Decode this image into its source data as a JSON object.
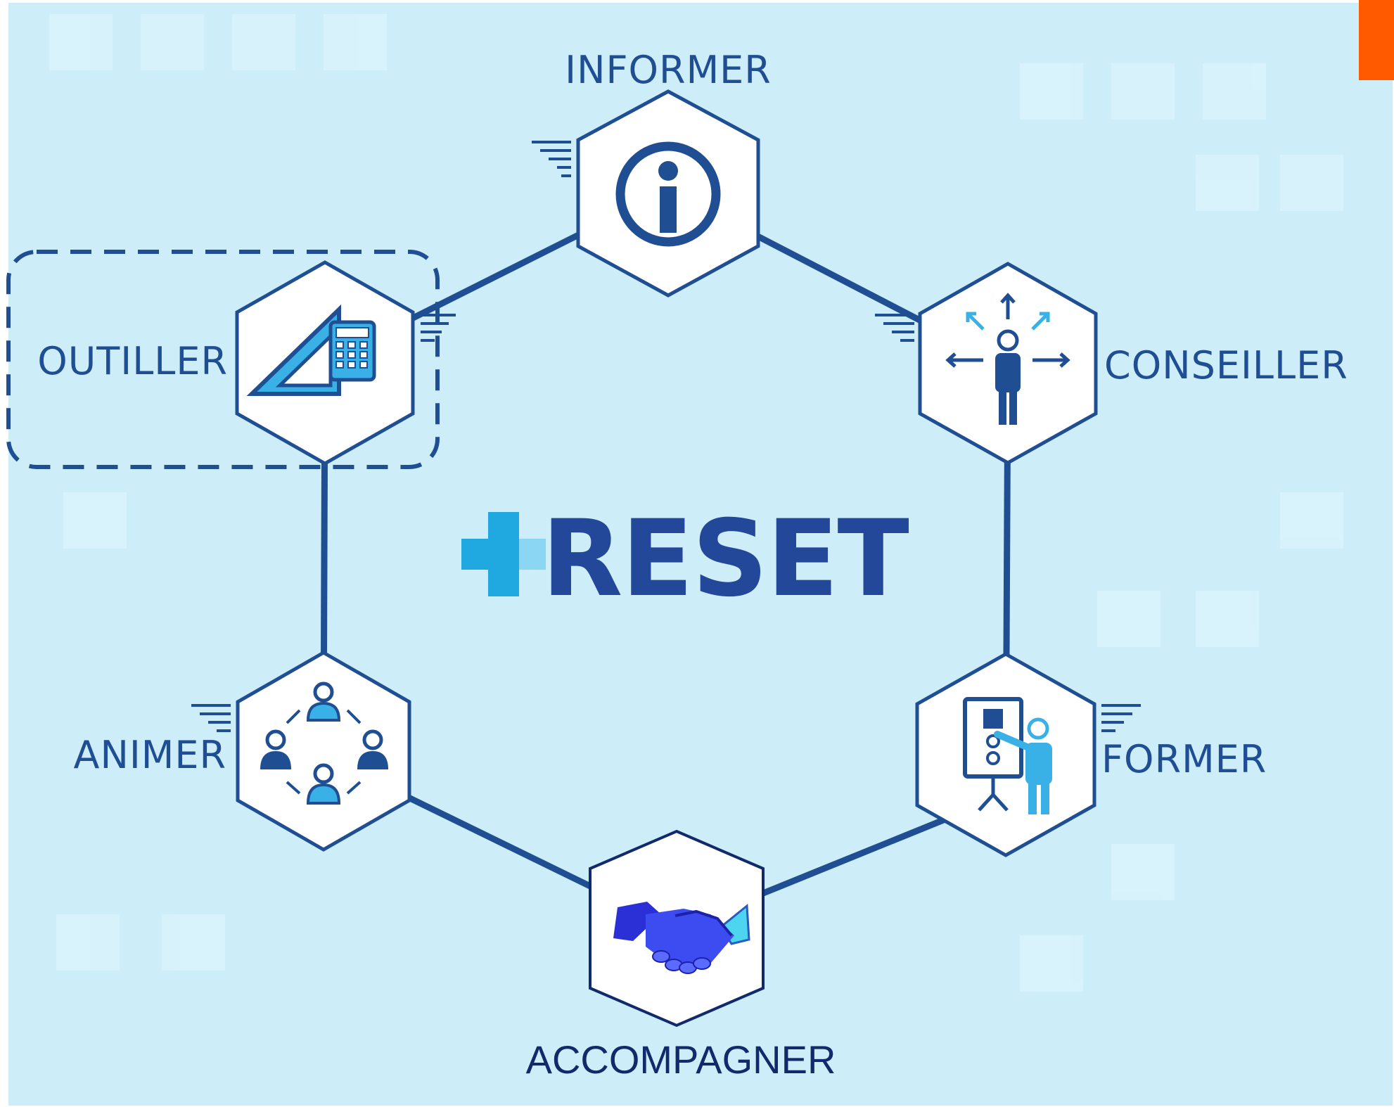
{
  "accent_color": "#ff5a00",
  "background_color": "#cdeef9",
  "line_color": "#1f4e93",
  "logo": {
    "text": "RESET"
  },
  "nodes": [
    {
      "id": "informer",
      "label": "INFORMER",
      "icon": "info-icon"
    },
    {
      "id": "conseiller",
      "label": "CONSEILLER",
      "icon": "person-arrows-icon"
    },
    {
      "id": "former",
      "label": "FORMER",
      "icon": "teacher-board-icon"
    },
    {
      "id": "accompagner",
      "label": "ACCOMPAGNER",
      "icon": "handshake-icon"
    },
    {
      "id": "animer",
      "label": "ANIMER",
      "icon": "people-network-icon"
    },
    {
      "id": "outiller",
      "label": "OUTILLER",
      "icon": "set-square-calculator-icon",
      "highlighted": true
    }
  ]
}
